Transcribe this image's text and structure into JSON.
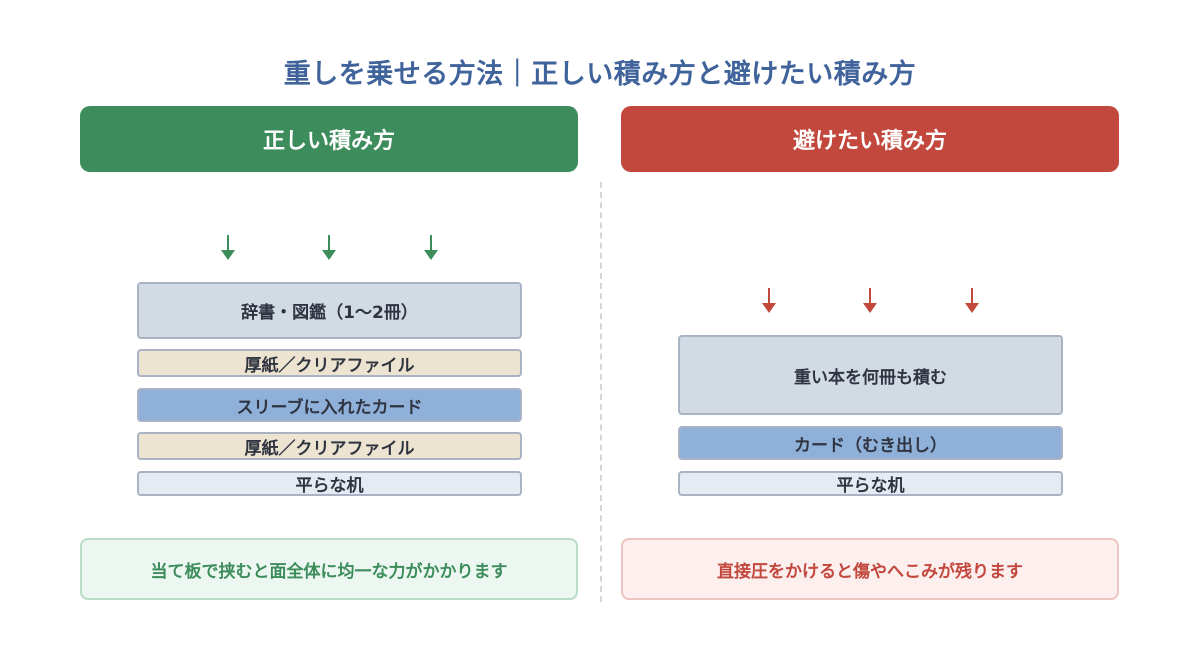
{
  "title": "重しを乗せる方法｜正しい積み方と避けたい積み方",
  "colors": {
    "good": "#3d8d5c",
    "bad": "#c2473c",
    "title": "#3f639a"
  },
  "good": {
    "header": "正しい積み方",
    "arrows": [
      "down-arrow-icon",
      "down-arrow-icon",
      "down-arrow-icon"
    ],
    "layers": [
      "辞書・図鑑（1〜2冊）",
      "厚紙／クリアファイル",
      "スリーブに入れたカード",
      "厚紙／クリアファイル",
      "平らな机"
    ],
    "note": "当て板で挟むと面全体に均一な力がかかります"
  },
  "bad": {
    "header": "避けたい積み方",
    "arrows": [
      "down-arrow-icon",
      "down-arrow-icon",
      "down-arrow-icon"
    ],
    "layers": [
      "重い本を何冊も積む",
      "カード（むき出し）",
      "平らな机"
    ],
    "note": "直接圧をかけると傷やへこみが残ります"
  }
}
